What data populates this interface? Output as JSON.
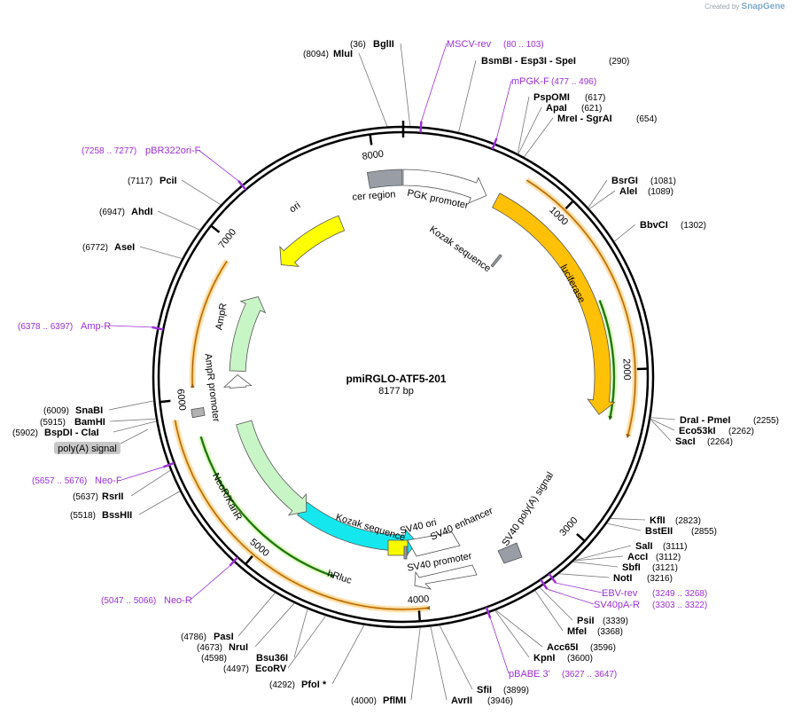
{
  "credit": {
    "prefix": "Created by",
    "brand": "SnapGene"
  },
  "plasmid": {
    "name": "pmiRGLO-ATF5-201",
    "size_label": "8177 bp",
    "length": 8177
  },
  "ticks": [
    "1000",
    "2000",
    "3000",
    "4000",
    "5000",
    "6000",
    "7000",
    "8000"
  ],
  "sites": [
    {
      "pos": "(36)",
      "name": "BglII"
    },
    {
      "pos": "(8094)",
      "name": "MluI"
    },
    {
      "pos": "(290)",
      "name": "BsmBI   - Esp3I   - SpeI"
    },
    {
      "pos": "(617)",
      "name": "PspOMI"
    },
    {
      "pos": "(621)",
      "name": "ApaI"
    },
    {
      "pos": "(654)",
      "name": "MreI   - SgrAI"
    },
    {
      "pos": "(1081)",
      "name": "BsrGI"
    },
    {
      "pos": "(1089)",
      "name": "AleI"
    },
    {
      "pos": "(1302)",
      "name": "BbvCI"
    },
    {
      "pos": "(2255)",
      "name": "DraI   - PmeI"
    },
    {
      "pos": "(2262)",
      "name": "Eco53kI"
    },
    {
      "pos": "(2264)",
      "name": "SacI"
    },
    {
      "pos": "(2823)",
      "name": "KflI"
    },
    {
      "pos": "(2855)",
      "name": "BstEII"
    },
    {
      "pos": "(3111)",
      "name": "SalI"
    },
    {
      "pos": "(3112)",
      "name": "AccI"
    },
    {
      "pos": "(3121)",
      "name": "SbfI"
    },
    {
      "pos": "(3216)",
      "name": "NotI"
    },
    {
      "pos": "(3339)",
      "name": "PsiI"
    },
    {
      "pos": "(3368)",
      "name": "MfeI"
    },
    {
      "pos": "(3596)",
      "name": "Acc65I"
    },
    {
      "pos": "(3600)",
      "name": "KpnI"
    },
    {
      "pos": "(3899)",
      "name": "SfiI"
    },
    {
      "pos": "(3946)",
      "name": "AvrII"
    },
    {
      "pos": "(4000)",
      "name": "PflMI"
    },
    {
      "pos": "(4292)",
      "name": "PfoI *"
    },
    {
      "pos": "(4497)",
      "name": "EcoRV"
    },
    {
      "pos": "(4598)",
      "name": "Bsu36I"
    },
    {
      "pos": "(4673)",
      "name": "NruI"
    },
    {
      "pos": "(4786)",
      "name": "PasI"
    },
    {
      "pos": "(5518)",
      "name": "BssHII"
    },
    {
      "pos": "(5637)",
      "name": "RsrII"
    },
    {
      "pos": "(5902)",
      "name": "BspDI   - ClaI"
    },
    {
      "pos": "(5915)",
      "name": "BamHI"
    },
    {
      "pos": "(6009)",
      "name": "SnaBI"
    },
    {
      "pos": "(6772)",
      "name": "AseI"
    },
    {
      "pos": "(6947)",
      "name": "AhdI"
    },
    {
      "pos": "(7117)",
      "name": "PciI"
    }
  ],
  "primers": [
    {
      "name": "MSCV-rev",
      "range": "(80 .. 103)"
    },
    {
      "name": "mPGK-F",
      "range": "(477 .. 496)"
    },
    {
      "name": "EBV-rev",
      "range": "(3249 .. 3268)"
    },
    {
      "name": "SV40pA-R",
      "range": "(3303 .. 3322)"
    },
    {
      "name": "pBABE 3'",
      "range": "(3627 .. 3647)"
    },
    {
      "name": "Neo-R",
      "range": "(5047 .. 5066)"
    },
    {
      "name": "Neo-F",
      "range": "(5657 .. 5676)"
    },
    {
      "name": "Amp-R",
      "range": "(6378 .. 6397)"
    },
    {
      "name": "pBR322ori-F",
      "range": "(7258 .. 7277)"
    }
  ],
  "features": [
    {
      "name": "cer region",
      "color": "#999da5"
    },
    {
      "name": "PGK promoter",
      "color": "#ffffff"
    },
    {
      "name": "Kozak sequence",
      "color": "#999da5"
    },
    {
      "name": "luciferase",
      "color": "#ffc107"
    },
    {
      "name": "SV40 poly(A) signal",
      "color": "#999da5"
    },
    {
      "name": "SV40 enhancer",
      "color": "#ffffff"
    },
    {
      "name": "SV40 ori",
      "color": "#f9f900"
    },
    {
      "name": "Kozak sequence",
      "color": "#999da5"
    },
    {
      "name": "SV40 promoter",
      "color": "#ffffff"
    },
    {
      "name": "hRluc",
      "color": "#14e8ee"
    },
    {
      "name": "NeoR/KanR",
      "color": "#c8f5c6"
    },
    {
      "name": "AmpR promoter",
      "color": "#ffffff"
    },
    {
      "name": "AmpR",
      "color": "#c8f5c6"
    },
    {
      "name": "ori",
      "color": "#ffff00"
    },
    {
      "name": "poly(A) signal",
      "color": "#b2b2b2"
    }
  ],
  "colors": {
    "primer": "#9b2fd6",
    "orf": "#f2a93b",
    "orf_halo": "#fbe3b3",
    "orf_green": "#2e8b1a"
  }
}
